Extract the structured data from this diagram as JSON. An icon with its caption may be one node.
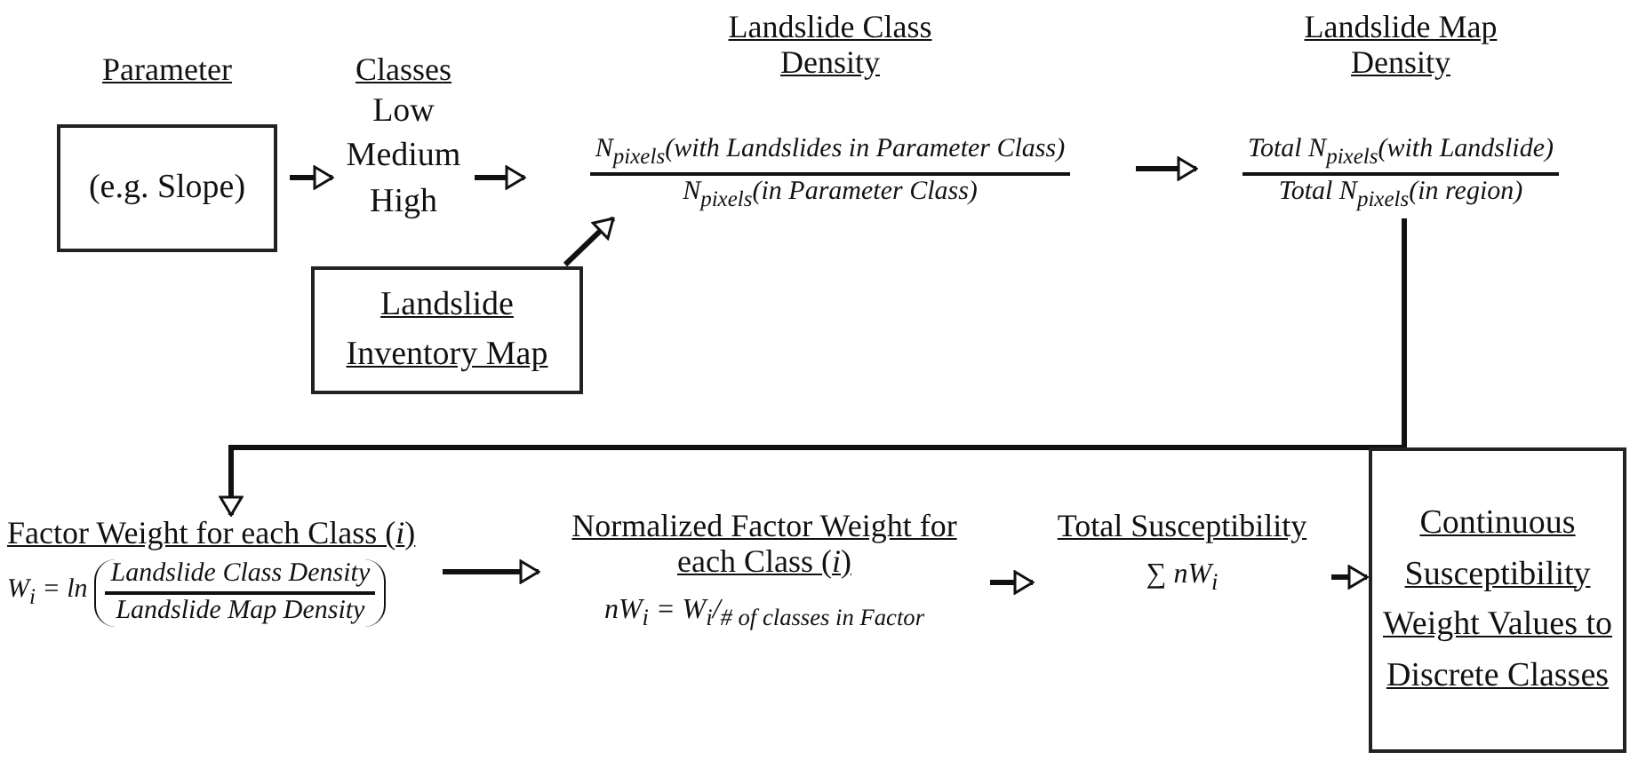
{
  "diagram": {
    "nodes": [
      {
        "text": [
          "Parameter",
          "(e.g. Slope)"
        ]
      },
      {
        "text": [
          "Classes",
          "Low Medium High"
        ]
      },
      {
        "text": [
          "Landslide Class Density",
          "N$_{pixels}$(with Landslides in Parameter Class)",
          "N$_{pixels}$(in Parameter Class)"
        ]
      },
      {
        "text": [
          "Landslide Inventory Map"
        ]
      },
      {
        "text": [
          "Landslide Map Density",
          "Total N$_{pixels}$(with Landslide)",
          "Total N$_{pixels}$(in region)"
        ]
      },
      {
        "text": [
          "Factor Weight for each Class (*i*)",
          "W$_{i}$ = ln",
          "Landslide Class Density",
          "Landslide Map Density"
        ]
      },
      {
        "text": [
          "Normalized Factor Weight for each Class (*i*)",
          "nW$_{i}$ = W$_{i}$/$_{# of classes in Factor}$"
        ]
      },
      {
        "text": [
          "Total Susceptibility",
          "∑ nW$_{i}$"
        ]
      },
      {
        "text": [
          "Continuous Susceptibility Weight Values to Discrete Classes"
        ]
      }
    ],
    "edges": [
      {
        "from": 0,
        "to": 1,
        "arrow": "to"
      },
      {
        "from": 1,
        "to": 2,
        "arrow": "to"
      },
      {
        "from": 3,
        "to": 2,
        "arrow": "to"
      },
      {
        "from": 2,
        "to": 4,
        "arrow": "to"
      },
      {
        "from": 4,
        "to": 5,
        "arrow": "to"
      },
      {
        "from": 5,
        "to": 6,
        "arrow": "to"
      },
      {
        "from": 6,
        "to": 7,
        "arrow": "to"
      },
      {
        "from": 7,
        "to": 8,
        "arrow": "to"
      }
    ]
  }
}
